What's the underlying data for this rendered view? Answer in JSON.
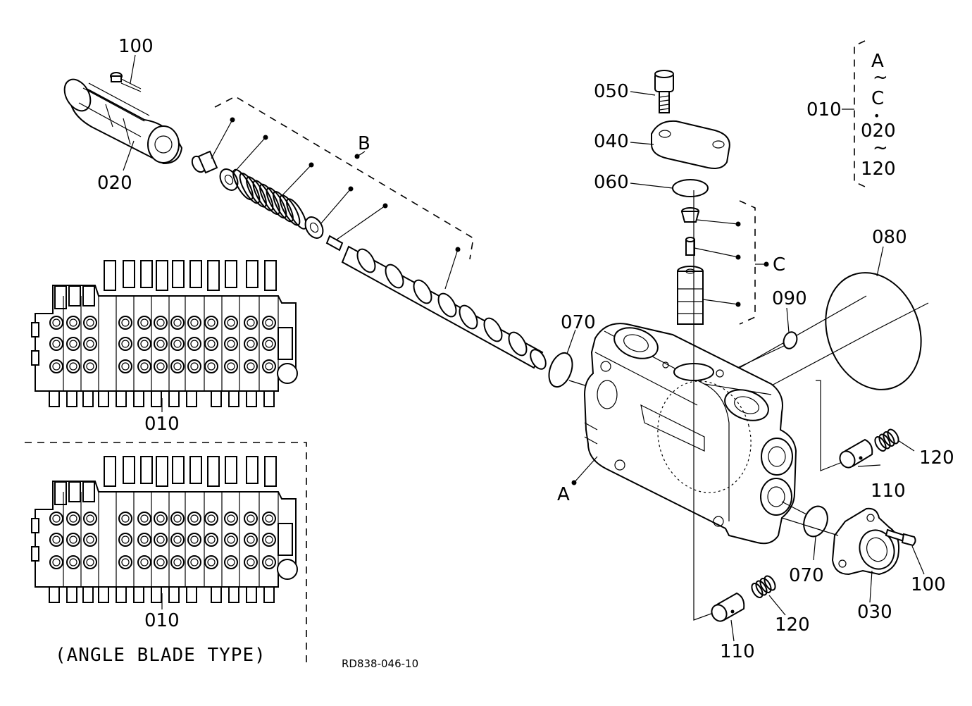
{
  "labels": {
    "l100a": "100",
    "l020": "020",
    "lB": "B",
    "l050": "050",
    "l040": "040",
    "l060": "060",
    "l010_top": "010",
    "bracket_A": "A",
    "bracket_tilde1": "~",
    "bracket_C": "C",
    "bracket_dot": "•",
    "bracket_020": "020",
    "bracket_tilde2": "~",
    "bracket_120": "120",
    "lC": "C",
    "l080": "080",
    "l070a": "070",
    "l090": "090",
    "l010_mid": "010",
    "lA": "A",
    "l120a": "120",
    "l110a": "110",
    "l070b": "070",
    "l100b": "100",
    "l030": "030",
    "l120b": "120",
    "l110b": "110",
    "l010_bot": "010",
    "caption": "(ANGLE BLADE TYPE)",
    "drawing_no": "RD838-046-10"
  }
}
